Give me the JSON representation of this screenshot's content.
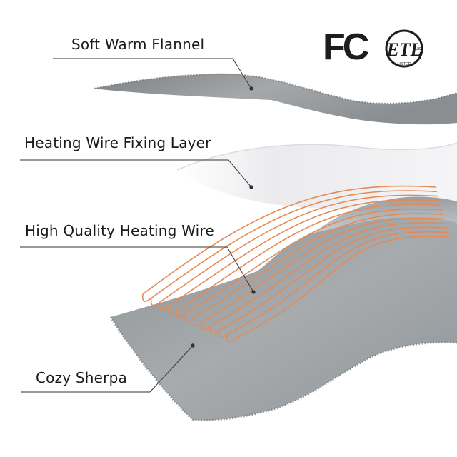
{
  "layers": [
    {
      "id": "flannel",
      "label": "Soft Warm Flannel"
    },
    {
      "id": "fixing",
      "label": "Heating Wire Fixing Layer"
    },
    {
      "id": "wire",
      "label": "High Quality Heating Wire"
    },
    {
      "id": "sherpa",
      "label": "Cozy Sherpa"
    }
  ],
  "certifications": {
    "fc": "FC",
    "etl": "ETL",
    "etl_sub": "LISTED",
    "etl_mark": "c us"
  },
  "colors": {
    "text": "#1a1a1a",
    "leader_line": "#333333",
    "flannel": "#8e9294",
    "fixing_layer": "#e9e9ec",
    "heating_wire": "#e58a55",
    "sherpa": "#9a9fa2"
  }
}
